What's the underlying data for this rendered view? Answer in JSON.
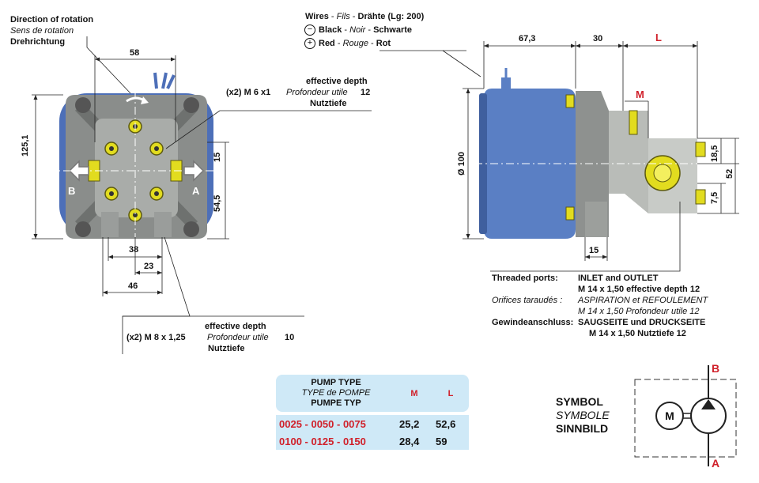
{
  "front_view": {
    "rotation_label": [
      "Direction of rotation",
      "Sens de rotation",
      "Drehrichtung"
    ],
    "dim_top": "58",
    "dim_height": "125,1",
    "dim_15": "15",
    "dim_545": "54,5",
    "dim_38": "38",
    "dim_23": "23",
    "dim_46": "46",
    "port_b": "B",
    "port_a": "A",
    "thread_m6": {
      "qty": "(x2) M 6 x1",
      "en": "effective depth",
      "fr": "Profondeur utile",
      "value": "12",
      "de": "Nutztiefe"
    },
    "thread_m8": {
      "qty": "(x2) M 8  x  1,25",
      "en": "effective depth",
      "fr": "Profondeur utile",
      "value": "10",
      "de": "Nutztiefe"
    }
  },
  "side_view": {
    "wires": {
      "title_en": "Wires",
      "title_fr": "Fils",
      "title_de": "Drähte",
      "length": "(Lg: 200)",
      "black": {
        "en": "Black",
        "fr": "Noir",
        "de": "Schwarte"
      },
      "red": {
        "en": "Red",
        "fr": "Rouge",
        "de": "Rot"
      }
    },
    "dim_673": "67,3",
    "dim_30": "30",
    "dim_l": "L",
    "dim_m": "M",
    "dim_dia": "Ø 100",
    "dim_185": "18,5",
    "dim_52": "52",
    "dim_75": "7,5",
    "dim_15": "15"
  },
  "threaded_ports": {
    "en_title": "Threaded ports:",
    "en_value": "INLET and OUTLET",
    "en_line2": "M 14  x  1,50  effective depth 12",
    "fr_title": "Orifices taraudés :",
    "fr_value": "ASPIRATION et REFOULEMENT",
    "fr_line2": "M 14 x 1,50 Profondeur utile 12",
    "de_title": "Gewindeanschluss:",
    "de_value": "SAUGSEITE und DRUCKSEITE",
    "de_line2": "M 14 x 1,50  Nutztiefe 12"
  },
  "pump_table": {
    "header": [
      "PUMP TYPE",
      "TYPE de POMPE",
      "PUMPE TYP"
    ],
    "col_m": "M",
    "col_l": "L",
    "rows": [
      {
        "type": "0025 - 0050 - 0075",
        "m": "25,2",
        "l": "52,6"
      },
      {
        "type": "0100 - 0125 - 0150",
        "m": "28,4",
        "l": "59"
      }
    ]
  },
  "symbol": {
    "label": [
      "SYMBOL",
      "SYMBOLE",
      "SINNBILD"
    ],
    "motor": "M",
    "port_b": "B",
    "port_a": "A"
  },
  "colors": {
    "motor_blue": "#5a7fc4",
    "pump_grey": "#b9bcb8",
    "plug_yellow": "#e2dc1f",
    "accent_red": "#d0202a",
    "table_bg": "#cfe9f7"
  }
}
